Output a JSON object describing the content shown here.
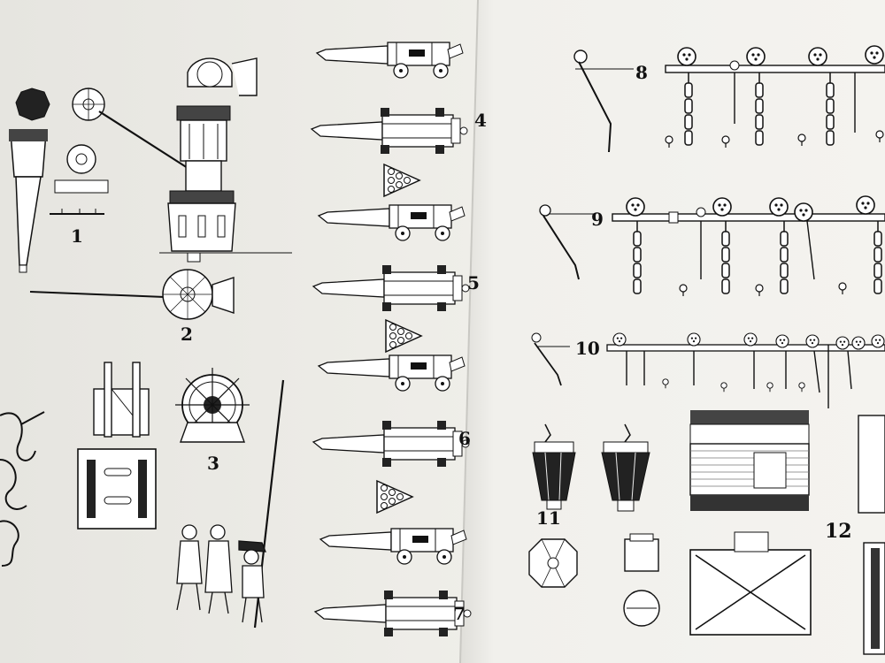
{
  "figures": {
    "fig1": "1",
    "fig2": "2",
    "fig3": "3",
    "fig4": "4",
    "fig5": "5",
    "fig6": "6",
    "fig7": "7",
    "fig8": "8",
    "fig9": "9",
    "fig10": "10",
    "fig11": "11",
    "fig12": "12"
  },
  "colors": {
    "paper_left": "#ecebe6",
    "paper_right": "#f3f2ee",
    "ink": "#1a1a1a"
  }
}
